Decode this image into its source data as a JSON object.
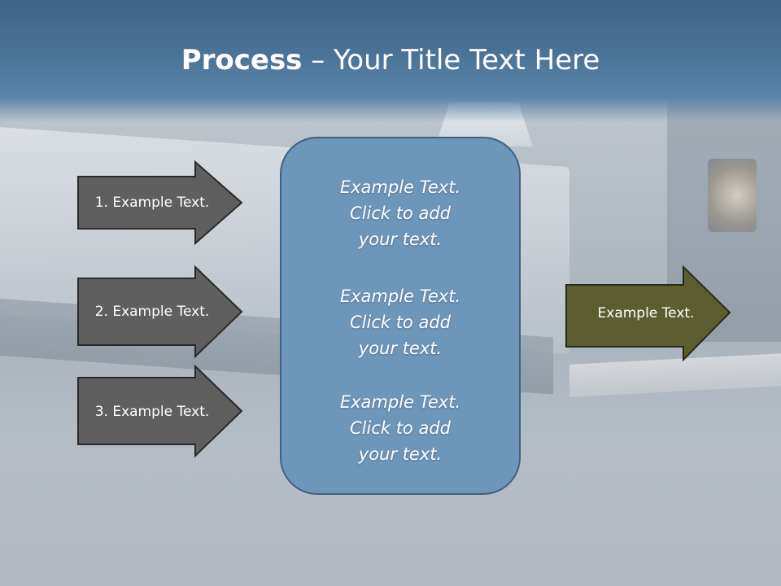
{
  "slide": {
    "title_bold": "Process",
    "title_rest": " – Your Title Text Here",
    "inputs": [
      {
        "label": "1. Example Text."
      },
      {
        "label": "2. Example Text."
      },
      {
        "label": "3. Example Text."
      }
    ],
    "center_paragraphs": [
      {
        "line1": "Example Text.",
        "line2": "Click  to add",
        "line3": "your text."
      },
      {
        "line1": "Example Text.",
        "line2": "Click  to add",
        "line3": "your text."
      },
      {
        "line1": "Example Text.",
        "line2": "Click  to add",
        "line3": "your text."
      }
    ],
    "output": {
      "label": "Example Text."
    }
  },
  "colors": {
    "input_arrow_fill": "#5f5f5f",
    "output_arrow_fill": "#5d5e2f",
    "center_box_fill": "#6d96bb",
    "title_band": "#4a7398"
  }
}
